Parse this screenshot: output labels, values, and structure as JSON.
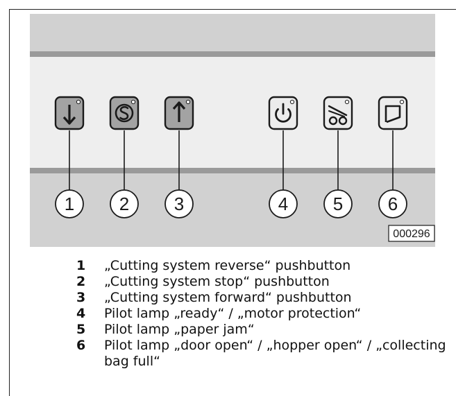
{
  "panel": {
    "colors": {
      "top_band": "#d1d1d1",
      "stripe": "#9a9a9a",
      "middle": "#eeeeee",
      "bottom_band": "#d1d1d1",
      "button_dark": "#a3a3a3",
      "button_light": "#ececec",
      "outline": "#1a1a1a"
    },
    "buttons": [
      {
        "id": "reverse",
        "icon": "arrow-down-icon",
        "style": "dark"
      },
      {
        "id": "stop",
        "icon": "stop-s-icon",
        "style": "dark"
      },
      {
        "id": "forward",
        "icon": "arrow-up-icon",
        "style": "dark"
      },
      {
        "id": "ready",
        "icon": "power-icon",
        "style": "light"
      },
      {
        "id": "paper-jam",
        "icon": "paper-jam-icon",
        "style": "light"
      },
      {
        "id": "door-open",
        "icon": "hopper-icon",
        "style": "light"
      }
    ],
    "callouts": [
      "1",
      "2",
      "3",
      "4",
      "5",
      "6"
    ],
    "image_code": "000296"
  },
  "legend": [
    {
      "num": "1",
      "text": "„Cutting system reverse“ pushbutton"
    },
    {
      "num": "2",
      "text": "„Cutting system stop“ pushbutton"
    },
    {
      "num": "3",
      "text": "„Cutting system forward“ pushbutton"
    },
    {
      "num": "4",
      "text": "Pilot lamp „ready“ / „motor protection“"
    },
    {
      "num": "5",
      "text": "Pilot lamp „paper jam“"
    },
    {
      "num": "6",
      "text": "Pilot lamp „door open“ / „hopper open“ / „collecting bag full“"
    }
  ]
}
